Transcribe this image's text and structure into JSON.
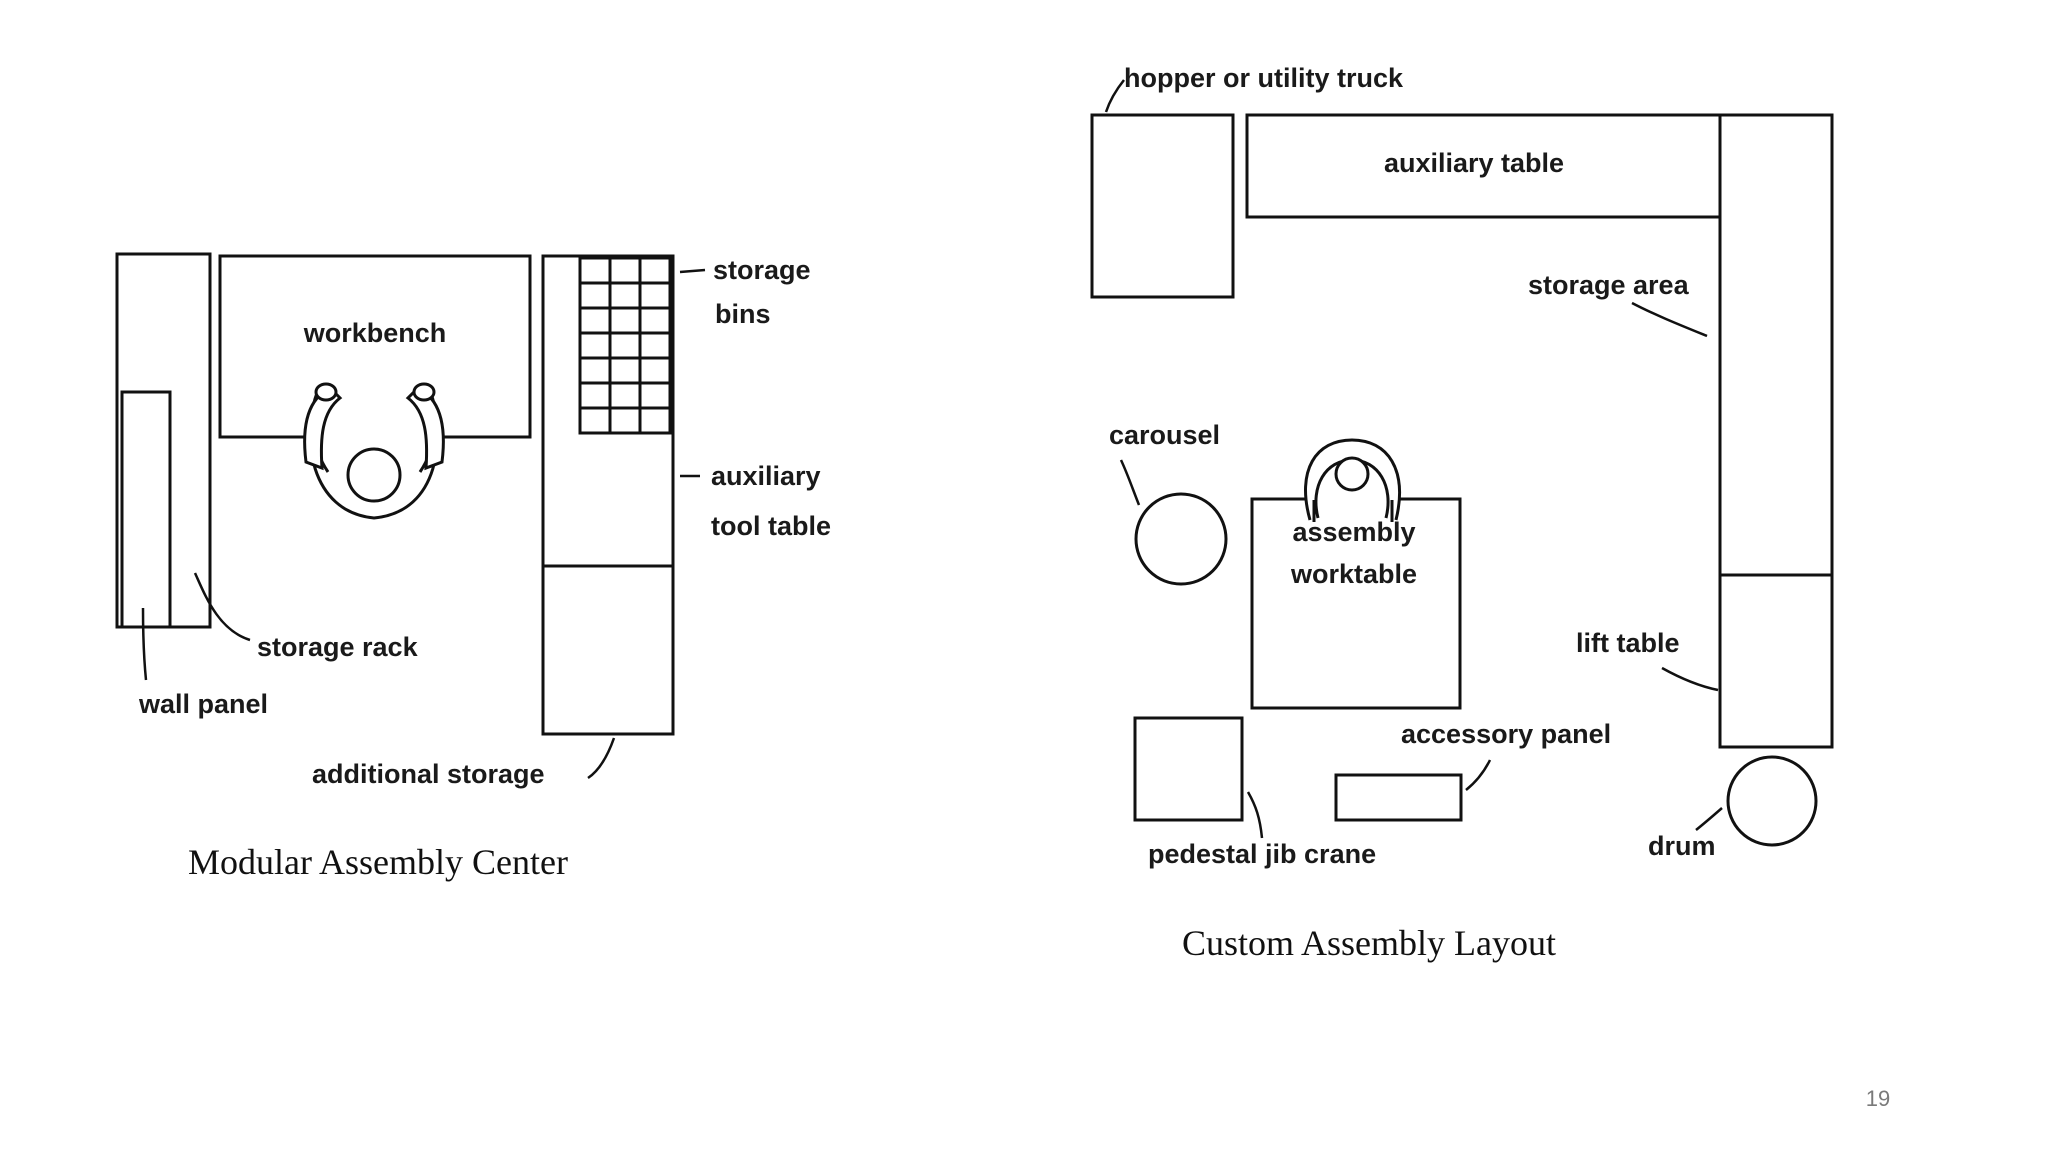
{
  "page_number": "19",
  "left_diagram": {
    "caption": "Modular Assembly Center",
    "labels": {
      "workbench": "workbench",
      "storage_bins_line1": "storage",
      "storage_bins_line2": "bins",
      "auxiliary_tool_table_line1": "auxiliary",
      "auxiliary_tool_table_line2": "tool table",
      "storage_rack": "storage rack",
      "wall_panel": "wall panel",
      "additional_storage": "additional storage"
    }
  },
  "right_diagram": {
    "caption": "Custom Assembly Layout",
    "labels": {
      "hopper": "hopper or utility truck",
      "auxiliary_table": "auxiliary table",
      "storage_area": "storage area",
      "carousel": "carousel",
      "assembly_worktable_line1": "assembly",
      "assembly_worktable_line2": "worktable",
      "lift_table": "lift table",
      "accessory_panel": "accessory panel",
      "pedestal_jib_crane": "pedestal jib crane",
      "drum": "drum"
    }
  }
}
